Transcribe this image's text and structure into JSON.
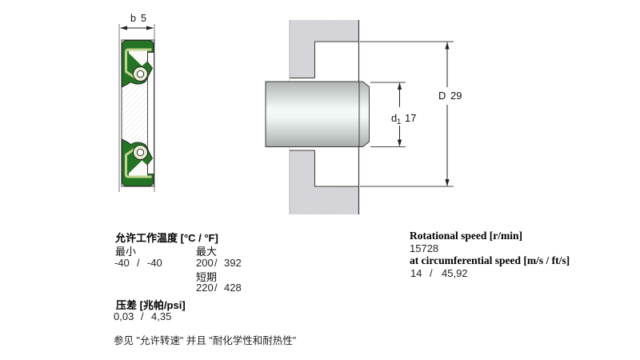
{
  "dimensions": {
    "b": {
      "label": "b",
      "value": "5"
    },
    "D": {
      "label": "D",
      "value": "29"
    },
    "d1": {
      "label": "d",
      "sub": "1",
      "value": "17"
    }
  },
  "temperature": {
    "header": "允许工作温度 [°C / °F]",
    "min_label": "最小",
    "max_label": "最大",
    "slash": "/",
    "min_c": "-40",
    "min_f": "-40",
    "max_c": "200",
    "max_f": "392",
    "short_term_label": "短期",
    "short_c": "220",
    "short_f": "428"
  },
  "pressure": {
    "header": "压差 [兆帕/psi]",
    "slash": "/",
    "mpa": "0,03",
    "psi": "4,35"
  },
  "note": "参见 \"允许转速\" 并且 \"耐化学性和耐热性\"",
  "speed": {
    "rotational_header": "Rotational speed [r/min]",
    "rotational_value": "15728",
    "circumferential_header": "at circumferential speed [m/s / ft/s]",
    "slash": "/",
    "ms": "14",
    "fts": "45,92"
  },
  "colors": {
    "seal_green": "#257425",
    "seal_liner": "#c3d48e",
    "spring_fill": "#e9efd2",
    "housing_gray": "#d6d6da",
    "shaft_light": "#f3faf7",
    "outline": "#3a3a3a"
  }
}
